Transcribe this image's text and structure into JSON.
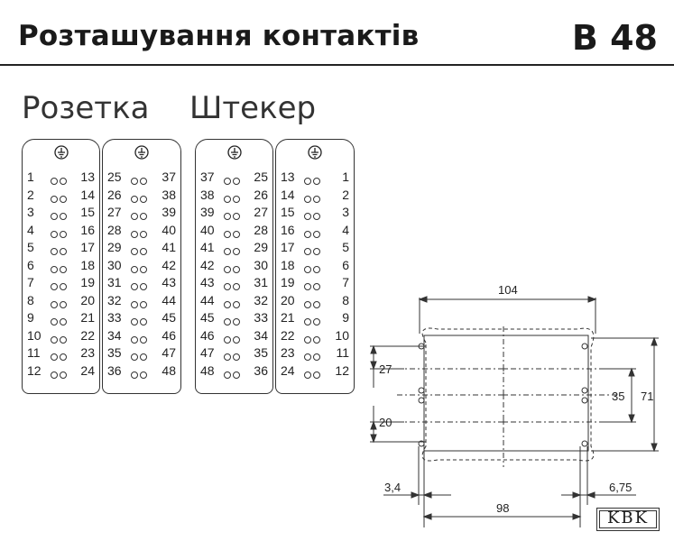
{
  "header": {
    "title": "Розташування контактів",
    "series": "B 48"
  },
  "labels": {
    "socket": "Розетка",
    "plug": "Штекер"
  },
  "panels": [
    {
      "rows": [
        [
          "1",
          "13"
        ],
        [
          "2",
          "14"
        ],
        [
          "3",
          "15"
        ],
        [
          "4",
          "16"
        ],
        [
          "5",
          "17"
        ],
        [
          "6",
          "18"
        ],
        [
          "7",
          "19"
        ],
        [
          "8",
          "20"
        ],
        [
          "9",
          "21"
        ],
        [
          "10",
          "22"
        ],
        [
          "11",
          "23"
        ],
        [
          "12",
          "24"
        ]
      ]
    },
    {
      "rows": [
        [
          "25",
          "37"
        ],
        [
          "26",
          "38"
        ],
        [
          "27",
          "39"
        ],
        [
          "28",
          "40"
        ],
        [
          "29",
          "41"
        ],
        [
          "30",
          "42"
        ],
        [
          "31",
          "43"
        ],
        [
          "32",
          "44"
        ],
        [
          "33",
          "45"
        ],
        [
          "34",
          "46"
        ],
        [
          "35",
          "47"
        ],
        [
          "36",
          "48"
        ]
      ]
    },
    {
      "rows": [
        [
          "37",
          "25"
        ],
        [
          "38",
          "26"
        ],
        [
          "39",
          "27"
        ],
        [
          "40",
          "28"
        ],
        [
          "41",
          "29"
        ],
        [
          "42",
          "30"
        ],
        [
          "43",
          "31"
        ],
        [
          "44",
          "32"
        ],
        [
          "45",
          "33"
        ],
        [
          "46",
          "34"
        ],
        [
          "47",
          "35"
        ],
        [
          "48",
          "36"
        ]
      ]
    },
    {
      "rows": [
        [
          "13",
          "1"
        ],
        [
          "14",
          "2"
        ],
        [
          "15",
          "3"
        ],
        [
          "16",
          "4"
        ],
        [
          "17",
          "5"
        ],
        [
          "18",
          "6"
        ],
        [
          "19",
          "7"
        ],
        [
          "20",
          "8"
        ],
        [
          "21",
          "9"
        ],
        [
          "22",
          "10"
        ],
        [
          "23",
          "11"
        ],
        [
          "24",
          "12"
        ]
      ]
    }
  ],
  "dimensions": {
    "width_top": "104",
    "height_27": "27",
    "height_20": "20",
    "height_35": "35",
    "height_71": "71",
    "hole_3_4": "3,4",
    "hole_6_75": "6,75",
    "width_bottom": "98"
  },
  "logo": {
    "text": "KBK"
  }
}
